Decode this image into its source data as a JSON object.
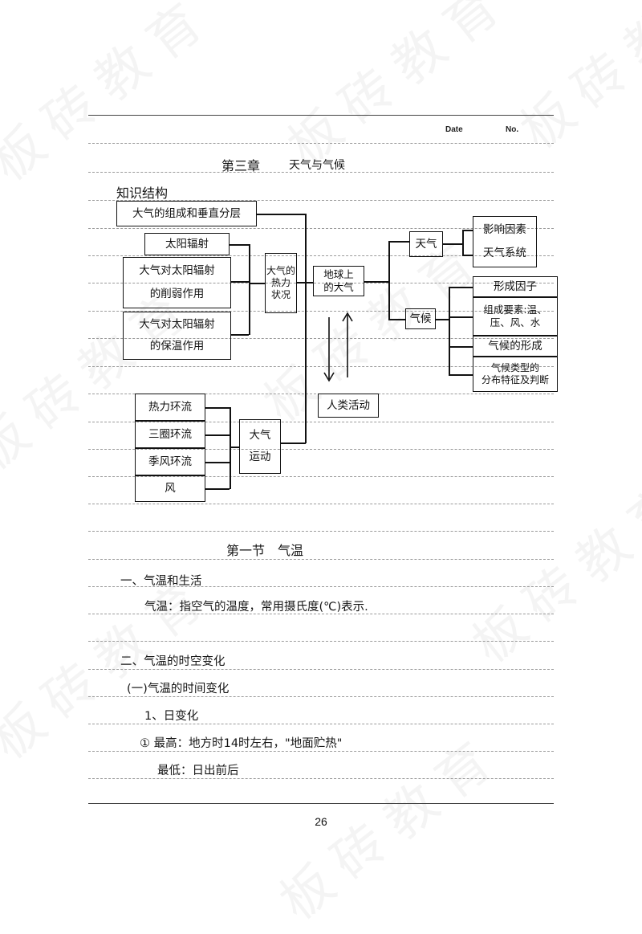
{
  "watermark": {
    "text": "板砖教育"
  },
  "header": {
    "date_label": "Date",
    "no_label": "No."
  },
  "chapter": {
    "number": "第三章",
    "title": "天气与气候"
  },
  "section_label": "知识结构",
  "diagram": {
    "composition": "大气的组成和垂直分层",
    "solar_radiation": "太阳辐射",
    "weakening_line1": "大气对太阳辐射",
    "weakening_line2": "的削弱作用",
    "insulation_line1": "大气对太阳辐射",
    "insulation_line2": "的保温作用",
    "thermal_line1": "大气的",
    "thermal_line2": "热力",
    "thermal_line3": "状况",
    "earth_atm_line1": "地球上",
    "earth_atm_line2": "的大气",
    "weather": "天气",
    "factors": "影响因素",
    "weather_systems": "天气系统",
    "climate": "气候",
    "formation_factors": "形成因子",
    "elements_line1": "组成要素:温、",
    "elements_line2": "压、风、水",
    "climate_formation": "气候的形成",
    "types_line1": "气候类型的",
    "types_line2": "分布特征及判断",
    "human": "人类活动",
    "thermal_circ": "热力环流",
    "three_cell": "三圈环流",
    "monsoon": "季风环流",
    "wind": "风",
    "motion_line1": "大气",
    "motion_line2": "运动"
  },
  "section1": {
    "title": "第一节　气温"
  },
  "notes": {
    "h1": "一、气温和生活",
    "def": "气温：指空气的温度，常用摄氏度(℃)表示.",
    "h2": "二、气温的时空变化",
    "h3": "(一)气温的时间变化",
    "h4": "1、日变化",
    "max": "① 最高：地方时14时左右，\"地面贮热\"",
    "min": "最低：日出前后"
  },
  "page_number": "26"
}
